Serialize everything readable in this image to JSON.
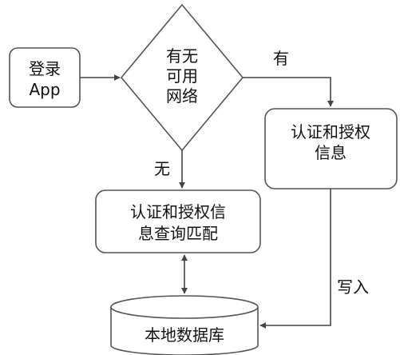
{
  "nodes": {
    "login": {
      "line1": "登录",
      "line2": "App"
    },
    "decision": {
      "line1": "有无",
      "line2": "可用",
      "line3": "网络"
    },
    "auth_info": {
      "line1": "认证和授权",
      "line2": "信息"
    },
    "query": {
      "line1": "认证和授权信",
      "line2": "息查询匹配"
    },
    "database": {
      "label": "本地数据库"
    }
  },
  "edges": {
    "yes_label": "有",
    "no_label": "无",
    "write_label": "写入"
  }
}
